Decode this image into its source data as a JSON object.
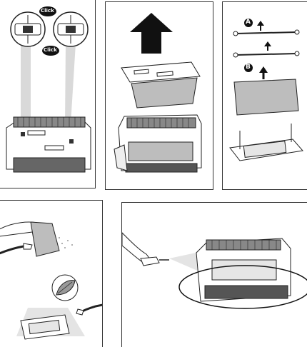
{
  "labels": {
    "click_left": "Click",
    "click_right": "Click",
    "step_a": "A",
    "step_b": "B"
  },
  "icons": [
    "click-indicator-icon",
    "up-arrow-icon",
    "leaf-icon",
    "hose-nozzle-icon"
  ],
  "colors": {
    "line": "#222222",
    "shade": "#bdbdbd",
    "light": "#e6e6e6",
    "arrow": "#111111"
  }
}
